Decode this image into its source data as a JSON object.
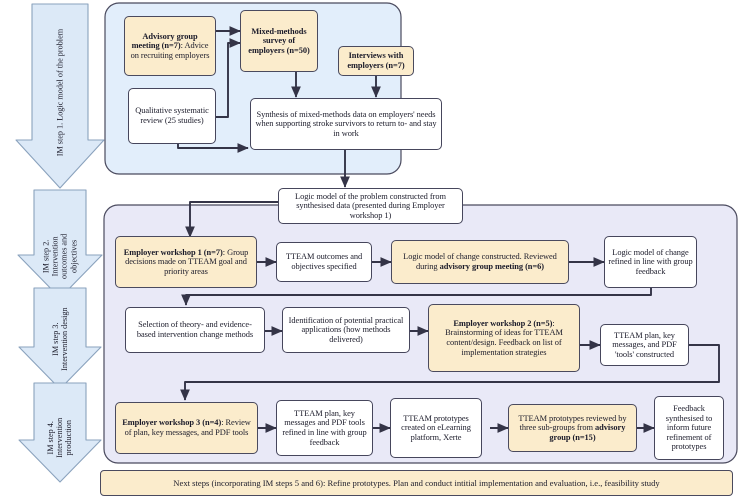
{
  "figure": {
    "type": "flowchart",
    "title": "Intervention Mapping (IM) steps for TTEAM intervention development",
    "colors": {
      "panel_step1_fill": "#e2eefb",
      "panel_steps234_fill": "#e9e9f7",
      "panel_stroke": "#4a4a5e",
      "cream_box_fill": "#fbeccc",
      "white_box_fill": "#ffffff",
      "box_stroke": "#46465c",
      "arrow_stroke": "#343447",
      "step_arrow_fill": "#dce9f7",
      "step_arrow_stroke": "#7b93b3"
    }
  },
  "steps": [
    {
      "id": "step1",
      "label": "IM step 1. Logic model of the problem"
    },
    {
      "id": "step2",
      "label_lines": [
        "IM step 2.",
        "Intervention",
        "outcomes and",
        "objectives"
      ]
    },
    {
      "id": "step3",
      "label_lines": [
        "IM step 3.",
        "Intervention  design"
      ]
    },
    {
      "id": "step4",
      "label_lines": [
        "IM step 4.",
        "Intervention",
        "production"
      ]
    }
  ],
  "nodes": {
    "advisory_group_meeting": {
      "html": "<b>Advisory group meeting (n=7)</b>: Advice on recruiting employers",
      "style": "cream"
    },
    "mixed_methods_survey": {
      "html": "<b>Mixed-methods survey of employers (n=50)</b>",
      "style": "cream"
    },
    "interviews_with_employers": {
      "html": "<b>Interviews with employers (n=7)</b>",
      "style": "cream"
    },
    "qualitative_systematic_review": {
      "html": "Qualitative systematic review (25 studies)",
      "style": "white"
    },
    "synthesis_mixed_methods": {
      "html": "Synthesis of mixed-methods data on employers' needs when supporting stroke survivors to return to- and stay in work",
      "style": "white"
    },
    "logic_model_problem": {
      "html": "Logic model of the problem constructed from synthesised data (presented during Employer workshop 1)",
      "style": "white"
    },
    "employer_workshop_1": {
      "html": "<b>Employer workshop 1 (n=7)</b>: Group decisions made on TTEAM goal and priority areas",
      "style": "cream"
    },
    "ttream_outcomes_objectives": {
      "html": "TTEAM outcomes and objectives specified",
      "style": "white"
    },
    "logic_model_change_constructed": {
      "html": "Logic model of change constructed. Reviewed during <b>advisory group meeting (n=6)</b>",
      "style": "cream"
    },
    "logic_model_change_refined": {
      "html": "Logic model of change refined in line with group feedback",
      "style": "white"
    },
    "selection_change_methods": {
      "html": "Selection of theory- and evidence-based intervention change methods",
      "style": "white"
    },
    "identification_practical_applications": {
      "html": "Identification of potential practical applications (how methods delivered)",
      "style": "white"
    },
    "employer_workshop_2": {
      "html": "<b>Employer workshop 2 (n=5)</b>: Brainstorming of ideas for TTEAM content/design. Feedback on list of implementation strategies",
      "style": "cream"
    },
    "ttream_plan_tools_constructed": {
      "html": "TTEAM plan, key messages, and PDF 'tools' constructed",
      "style": "white"
    },
    "employer_workshop_3": {
      "html": "<b>Employer workshop 3 (n=4)</b>: Review of plan, key messages, and PDF tools",
      "style": "cream"
    },
    "ttream_plan_refined": {
      "html": "TTEAM plan, key messages and PDF tools refined in line with group feedback",
      "style": "white"
    },
    "ttream_prototypes_created": {
      "html": "TTEAM prototypes created on eLearning platform, Xerte",
      "style": "white"
    },
    "ttream_prototypes_reviewed": {
      "html": "TTEAM prototypes reviewed by three sub-groups from <b>advisory group (n=15)</b>",
      "style": "cream"
    },
    "feedback_synthesised": {
      "html": "Feedback synthesised to inform future refinement of prototypes",
      "style": "white"
    }
  },
  "bottom_bar": {
    "text": "Next steps (incorporating IM steps 5 and 6):  Refine prototypes. Plan and conduct intitial implementation and evaluation, i.e., feasibility study"
  }
}
